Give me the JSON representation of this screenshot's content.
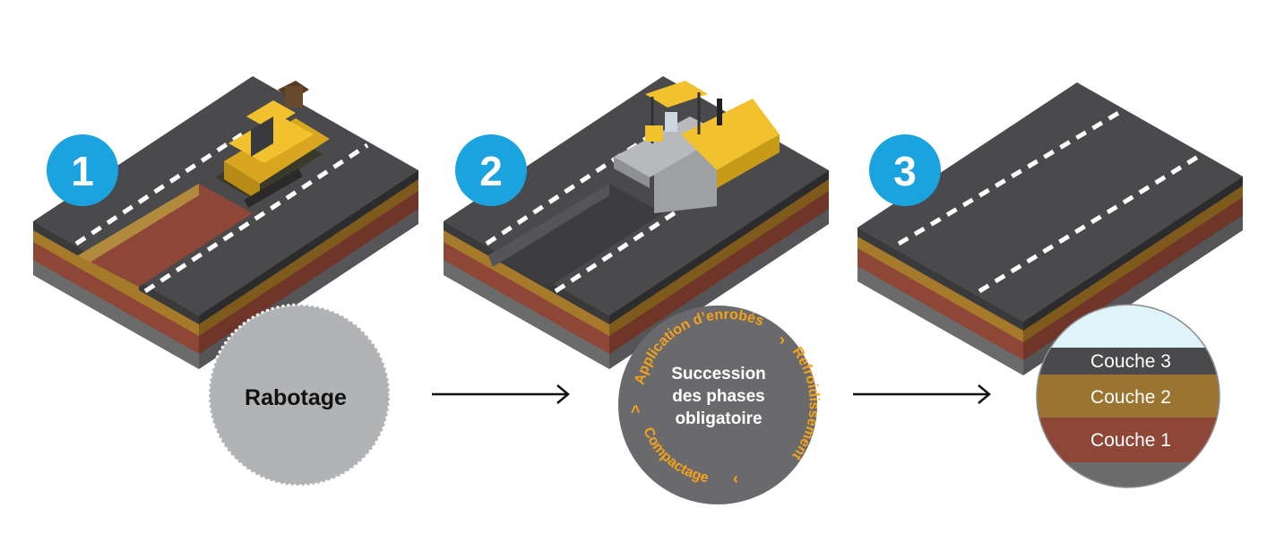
{
  "steps": [
    {
      "number": "1",
      "label": "Rabotage"
    },
    {
      "number": "2",
      "label_lines": [
        "Succession",
        "des phases",
        "obligatoire"
      ],
      "cycle": [
        "Application d’enrobés",
        "Refroidissement",
        "Compactage"
      ]
    },
    {
      "number": "3",
      "layers": [
        "Couche 3",
        "Couche 2",
        "Couche 1"
      ]
    }
  ],
  "colors": {
    "badge": "#1aa3de",
    "asphalt_top": "#4a4a4c",
    "asphalt_side": "#3a3a3c",
    "layer_tan": "#a57a2a",
    "layer_red": "#8e4637",
    "layer_grey": "#6b6b6b",
    "machine_yellow": "#f2c12e",
    "cycle_orange": "#f4a21c",
    "circle_grey": "#6a6a6c",
    "rabotage_grey": "#b2b3b5"
  }
}
